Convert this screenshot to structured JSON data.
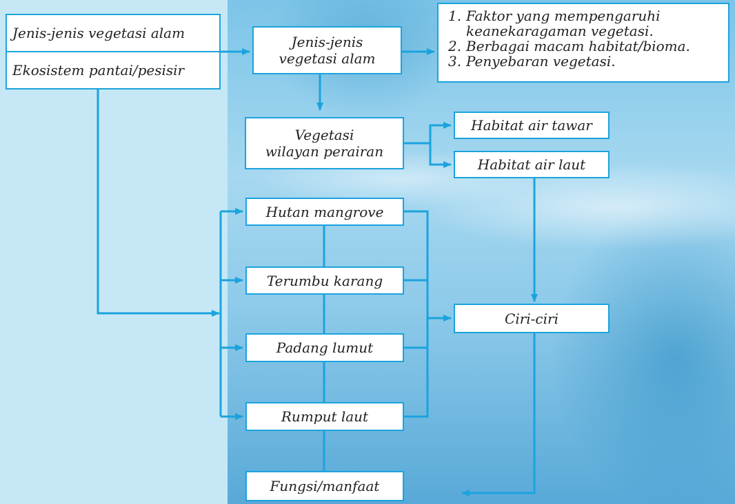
{
  "colors": {
    "accent": "#1ba3dd",
    "box_fill": "#ffffff",
    "background": "#c6e8f6"
  },
  "boxes": {
    "jenis_vegetasi_left": "Jenis-jenis vegetasi alam",
    "ekosistem_pantai": "Ekosistem pantai/pesisir",
    "jenis_vegetasi_center_line1": "Jenis-jenis",
    "jenis_vegetasi_center_line2": "vegetasi alam",
    "vegetasi_perairan_line1": "Vegetasi",
    "vegetasi_perairan_line2": "wilayan perairan",
    "habitat_air_tawar": "Habitat air tawar",
    "habitat_air_laut": "Habitat air laut",
    "hutan_mangrove": "Hutan mangrove",
    "terumbu_karang": "Terumbu karang",
    "padang_lumut": "Padang lumut",
    "rumput_laut": "Rumput laut",
    "ciri_ciri": "Ciri-ciri",
    "fungsi_manfaat": "Fungsi/manfaat"
  },
  "topics": [
    {
      "num": "1.",
      "line1": "Faktor yang mempengaruhi",
      "line2": "keanekaragaman vegetasi."
    },
    {
      "num": "2.",
      "line1": "Berbagai macam habitat/bioma.",
      "line2": ""
    },
    {
      "num": "3.",
      "line1": "Penyebaran vegetasi.",
      "line2": ""
    }
  ]
}
